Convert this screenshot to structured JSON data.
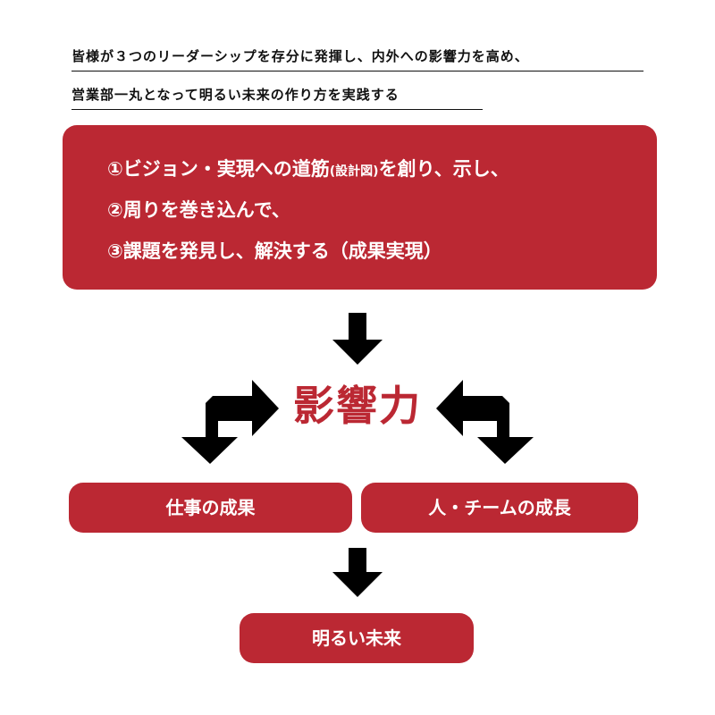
{
  "header": {
    "line1": "皆様が３つのリーダーシップを存分に発揮し、内外への影響力を高め、",
    "line2": "営業部一丸となって明るい未来の作り方を実践する"
  },
  "leadership": {
    "step1_main": "①ビジョン・実現への道筋",
    "step1_note": "(設計図)",
    "step1_tail": "を創り、示し、",
    "step2": "②周りを巻き込んで、",
    "step3": "③課題を発見し、解決する（成果実現）"
  },
  "impact": {
    "label": "影響力"
  },
  "outcomes": {
    "work": "仕事の成果",
    "team": "人・チームの成長"
  },
  "result": {
    "label": "明るい未来"
  },
  "colors": {
    "accent": "#bb2833",
    "arrow": "#000000"
  }
}
